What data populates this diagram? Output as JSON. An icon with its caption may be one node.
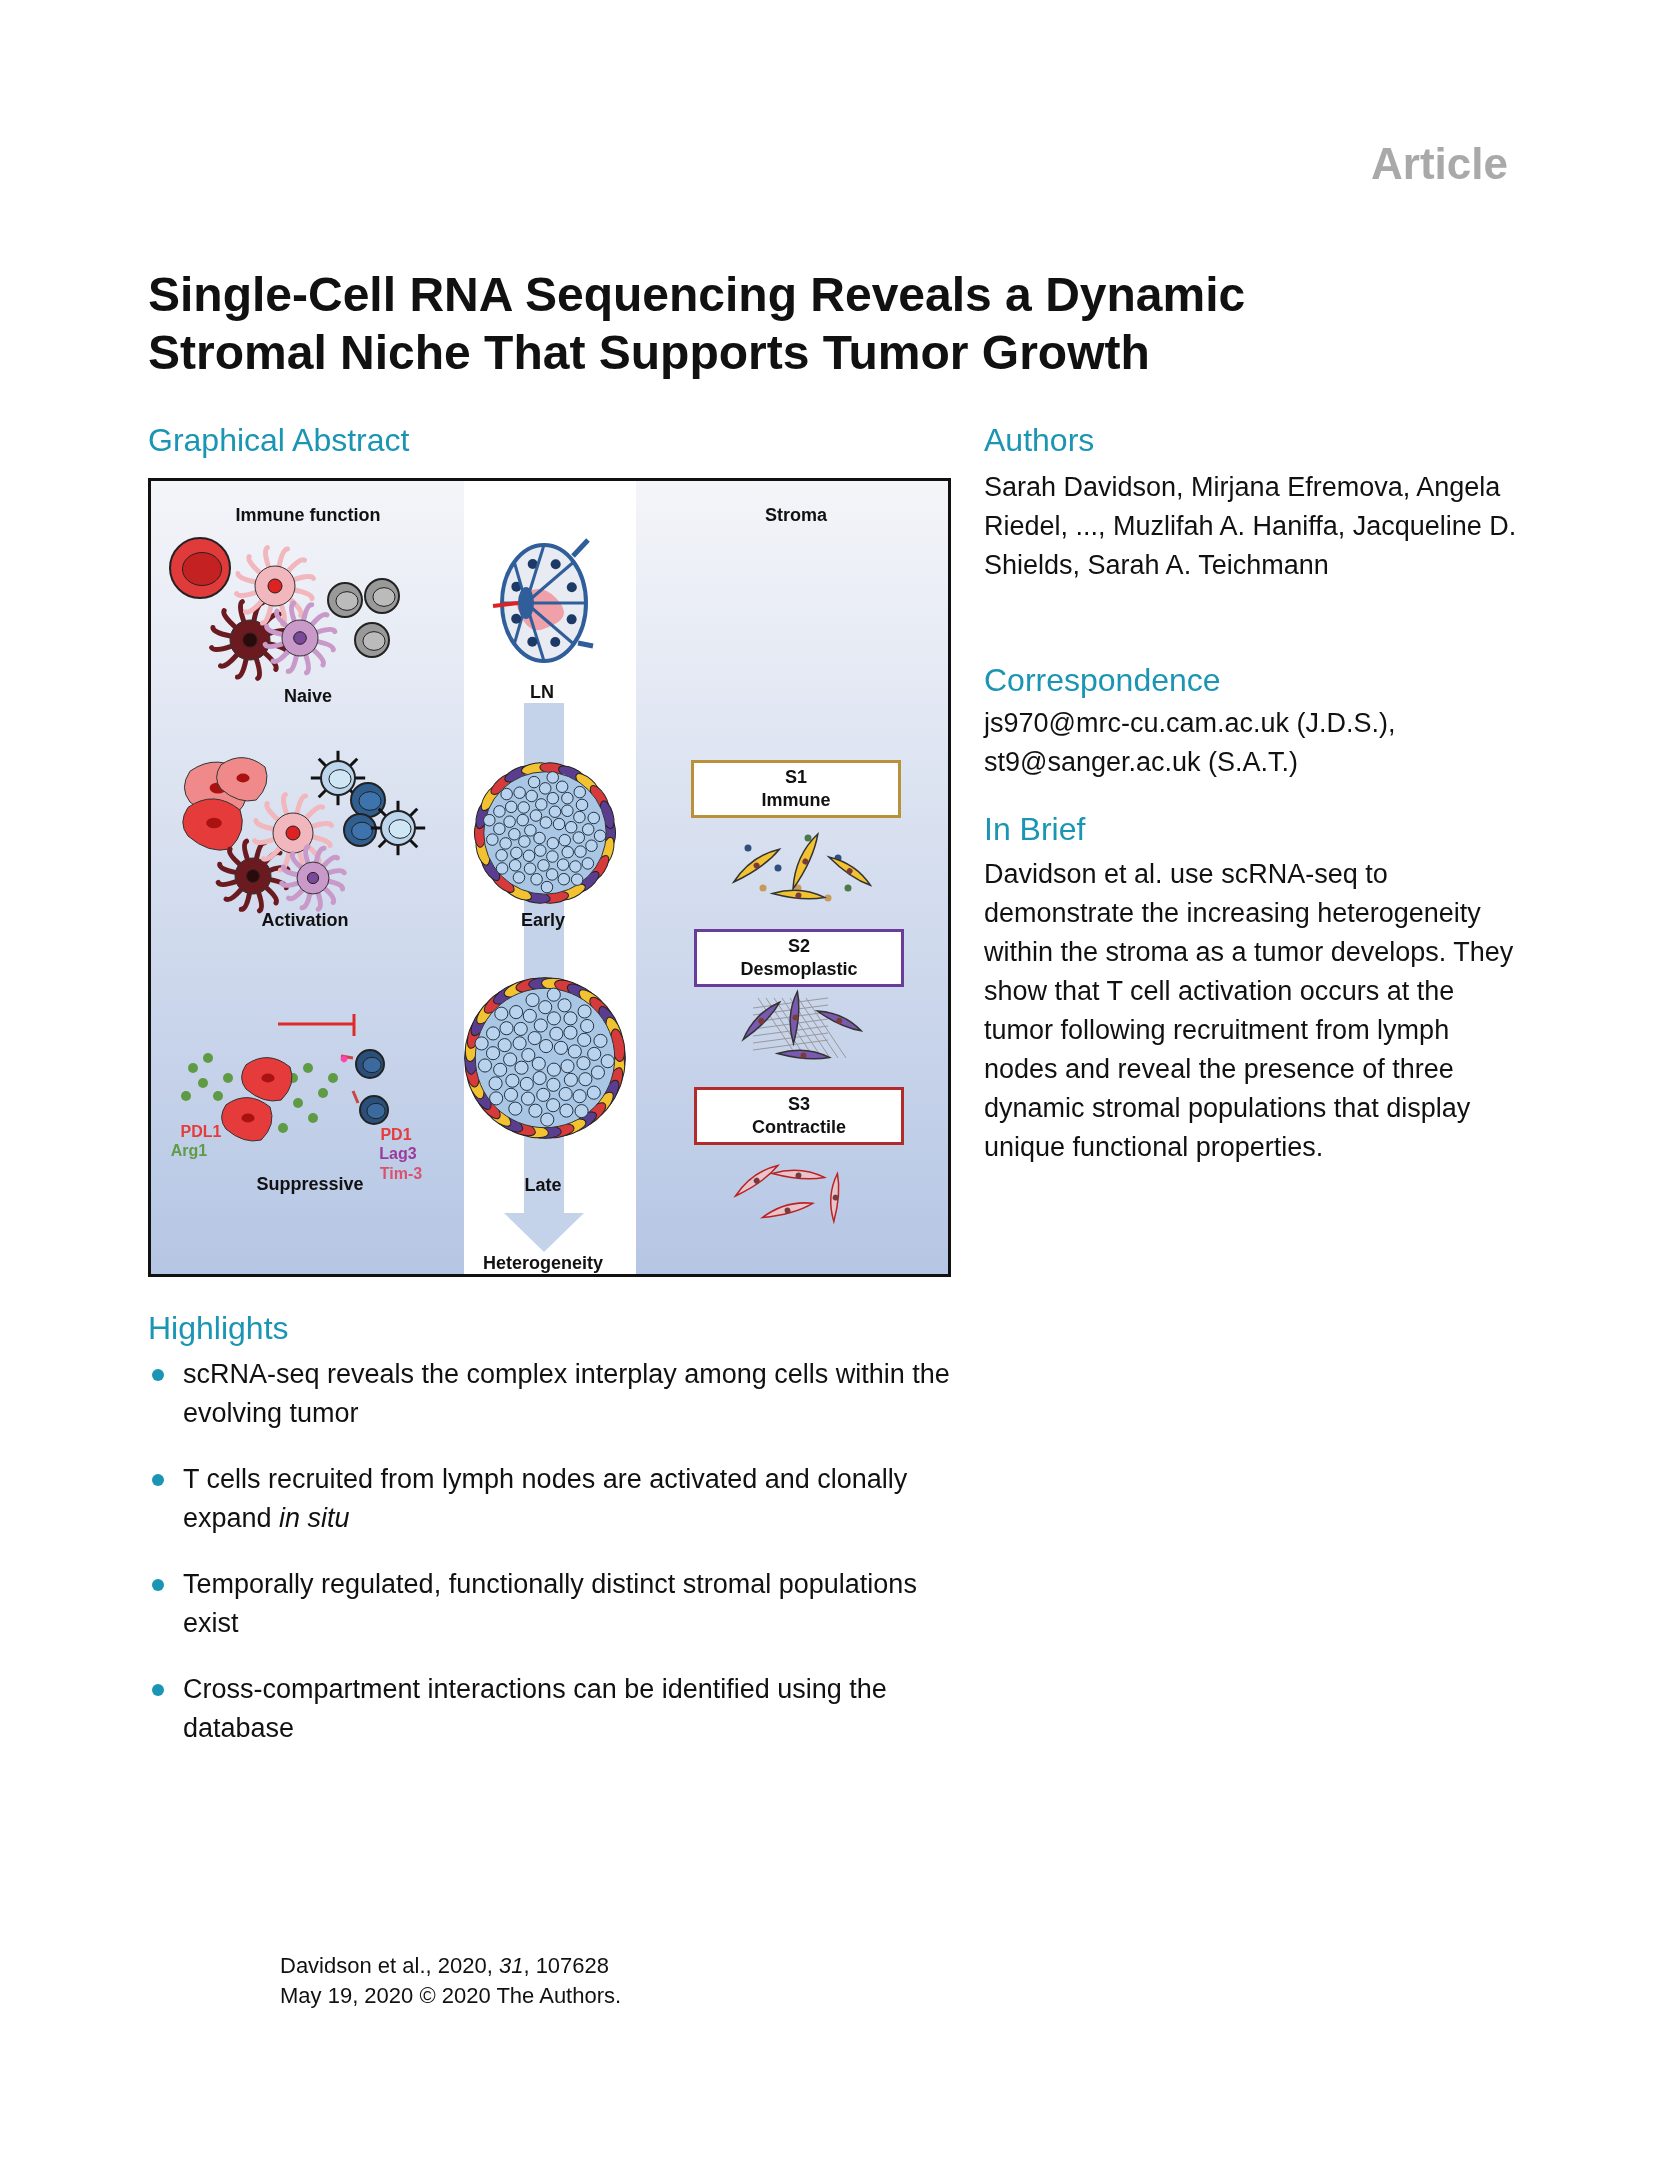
{
  "diagram": {
    "title": "Single-Cell RNA Sequencing Reveals a Dynamic Stromal Niche That Supports Tumor Growth",
    "nodes": [
      {
        "text": [
          "S1",
          "Immune"
        ]
      },
      {
        "text": [
          "S2",
          "Desmoplastic"
        ]
      },
      {
        "text": [
          "S3",
          "Contractile"
        ]
      }
    ],
    "labels": [
      "Article",
      "Graphical Abstract",
      "Immune function",
      "Stroma",
      "Naive",
      "LN",
      "Activation",
      "Early",
      "PDL1",
      "Arg1",
      "PD1",
      "Lag3",
      "Tim-3",
      "Suppressive",
      "Late",
      "Heterogeneity",
      "Authors",
      "Sarah Davidson, Mirjana Efremova, Angela Riedel, ..., Muzlifah A. Haniffa, Jacqueline D. Shields, Sarah A. Teichmann",
      "Correspondence",
      "js970@mrc-cu.cam.ac.uk (J.D.S.), st9@sanger.ac.uk (S.A.T.)",
      "In Brief",
      "Davidson et al. use scRNA-seq to demonstrate the increasing heterogeneity within the stroma as a tumor develops. They show that T cell activation occurs at the tumor following recruitment from lymph nodes and reveal the presence of three dynamic stromal populations that display unique functional properties.",
      "Highlights",
      "scRNA-seq reveals the complex interplay among cells within the evolving tumor",
      "T cells recruited from lymph nodes are activated and clonally expand *in situ*",
      "Temporally regulated, functionally distinct stromal populations exist",
      "Cross-compartment interactions can be identified using the database",
      "Davidson et al., 2020, *31*, 107628",
      "May 19, 2020 © 2020 The Authors."
    ]
  }
}
